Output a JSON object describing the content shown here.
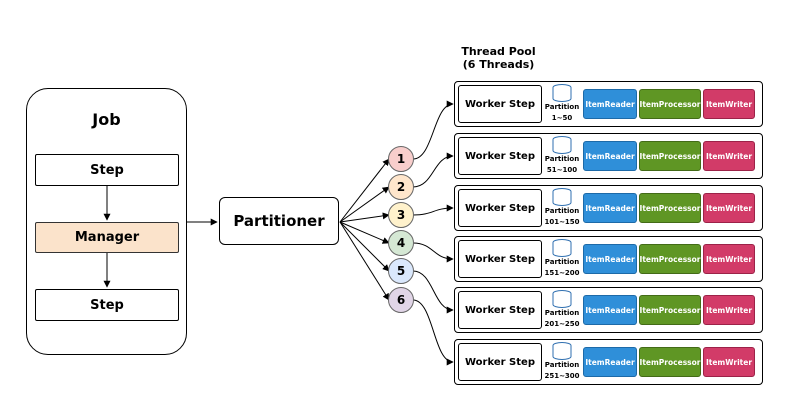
{
  "job": {
    "title": "Job",
    "step_top": "Step",
    "manager": "Manager",
    "step_bottom": "Step"
  },
  "partitioner": {
    "label": "Partitioner"
  },
  "thread_pool": {
    "line1": "Thread Pool",
    "line2": "(6 Threads)"
  },
  "threads": [
    {
      "label": "1",
      "color": "#f8cecc"
    },
    {
      "label": "2",
      "color": "#ffe6cc"
    },
    {
      "label": "3",
      "color": "#fff2cc"
    },
    {
      "label": "4",
      "color": "#d5e8d4"
    },
    {
      "label": "5",
      "color": "#dae8fc"
    },
    {
      "label": "6",
      "color": "#e1d5e7"
    }
  ],
  "workers": [
    {
      "worker": "Worker Step",
      "partition": "Partition",
      "range": "1~50",
      "reader": "ItemReader",
      "processor": "ItemProcessor",
      "writer": "ItemWriter"
    },
    {
      "worker": "Worker Step",
      "partition": "Partition",
      "range": "51~100",
      "reader": "ItemReader",
      "processor": "ItemProcessor",
      "writer": "ItemWriter"
    },
    {
      "worker": "Worker Step",
      "partition": "Partition",
      "range": "101~150",
      "reader": "ItemReader",
      "processor": "ItemProcessor",
      "writer": "ItemWriter"
    },
    {
      "worker": "Worker Step",
      "partition": "Partition",
      "range": "151~200",
      "reader": "ItemReader",
      "processor": "ItemProcessor",
      "writer": "ItemWriter"
    },
    {
      "worker": "Worker Step",
      "partition": "Partition",
      "range": "201~250",
      "reader": "ItemReader",
      "processor": "ItemProcessor",
      "writer": "ItemWriter"
    },
    {
      "worker": "Worker Step",
      "partition": "Partition",
      "range": "251~300",
      "reader": "ItemReader",
      "processor": "ItemProcessor",
      "writer": "ItemWriter"
    }
  ],
  "colors": {
    "manager_fill": "#fbe3cb",
    "reader": "#2f8fd9",
    "processor": "#5f9624",
    "writer": "#d23b68"
  }
}
